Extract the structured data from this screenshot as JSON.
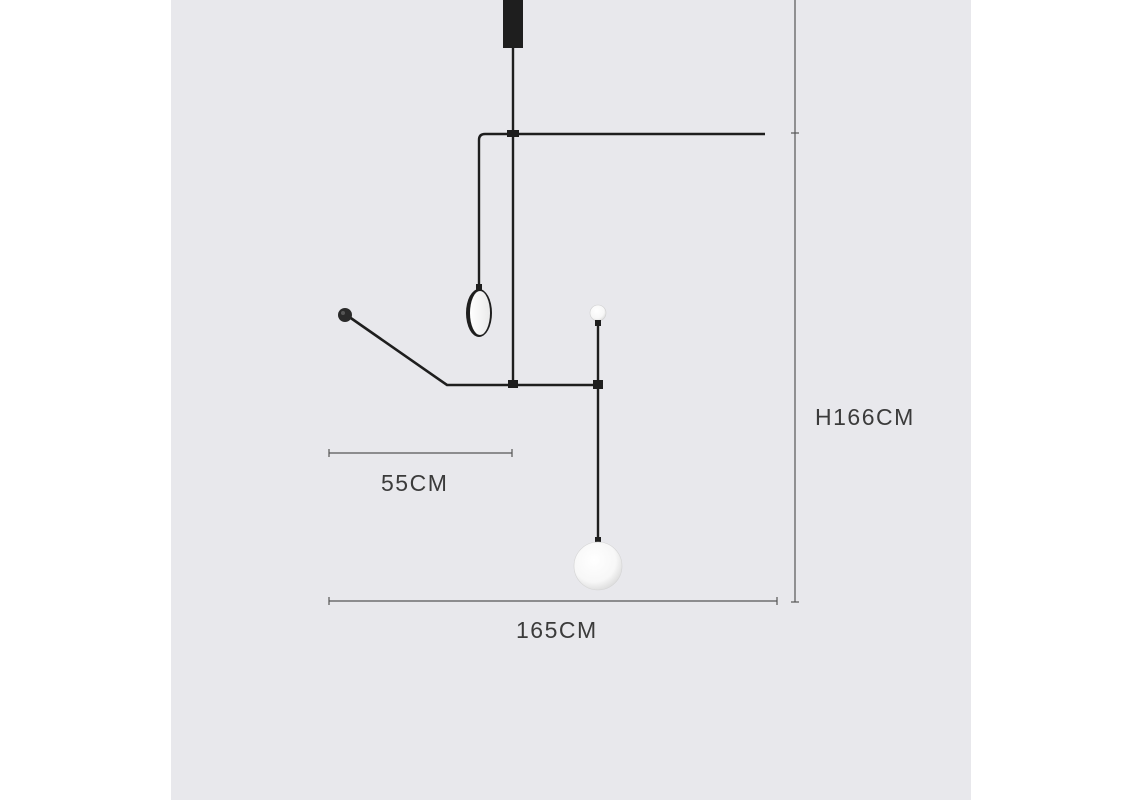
{
  "dimensions": {
    "arm_width_label": "55CM",
    "total_width_label": "165CM",
    "total_height_label": "H166CM"
  },
  "colors": {
    "backdrop": "#e8e8ec",
    "metal": "#1e1e1e",
    "dimension_line": "#555555",
    "glass": "#ffffff"
  }
}
